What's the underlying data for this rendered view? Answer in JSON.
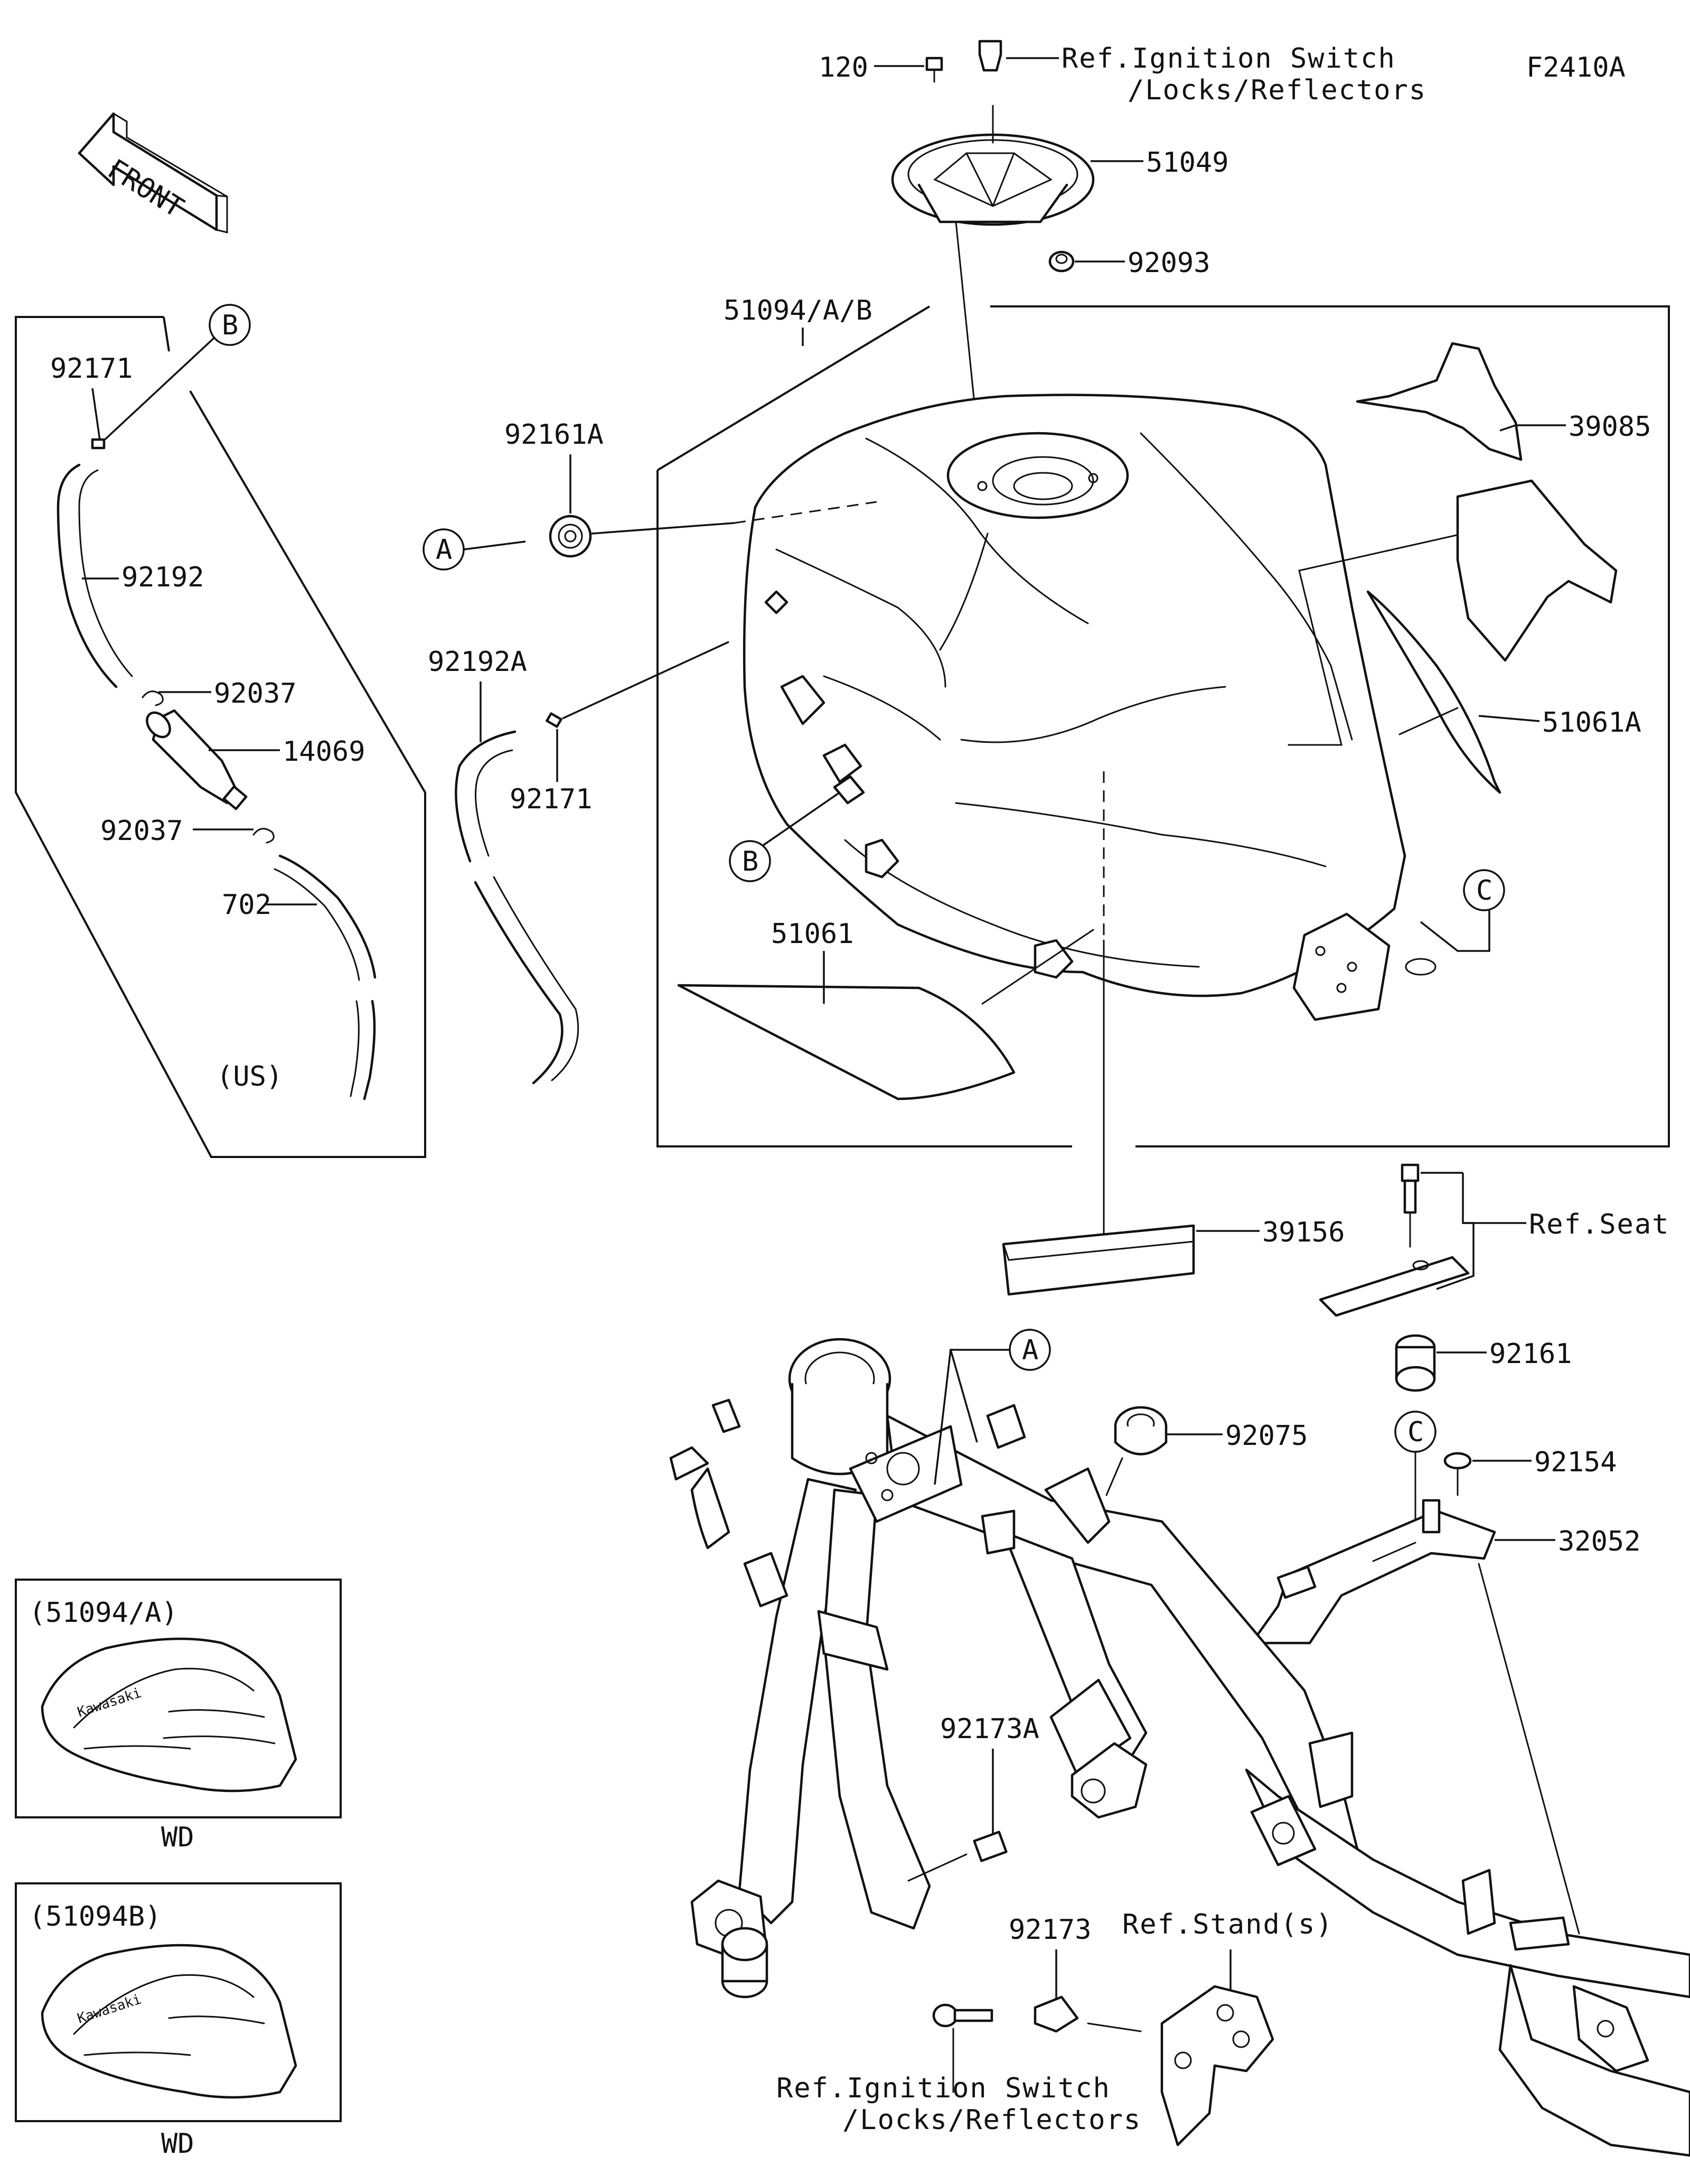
{
  "figure_code": "F2410A",
  "front_label": "FRONT",
  "callouts": {
    "a": "A",
    "b": "B",
    "c": "C"
  },
  "parts": {
    "p120": "120",
    "p51049": "51049",
    "p92093": "92093",
    "p51094ab": "51094/A/B",
    "p39085": "39085",
    "p92161a": "92161A",
    "p51061a": "51061A",
    "p92192a": "92192A",
    "p92171_mid": "92171",
    "p51061": "51061",
    "p39156": "39156",
    "p92161": "92161",
    "p92075": "92075",
    "p92154": "92154",
    "p32052": "32052",
    "p92173a": "92173A",
    "p92173": "92173",
    "us_92171": "92171",
    "us_92192": "92192",
    "us_92037_top": "92037",
    "us_14069": "14069",
    "us_92037_bot": "92037",
    "us_702": "702"
  },
  "refs": {
    "ignition_top_1": "Ref.Ignition Switch",
    "ignition_top_2": "/Locks/Reflectors",
    "seat": "Ref.Seat",
    "stand": "Ref.Stand(s)",
    "ignition_bottom_1": "Ref.Ignition Switch",
    "ignition_bottom_2": "/Locks/Reflectors"
  },
  "us_box_label": "(US)",
  "variants": [
    {
      "title": "(51094/A)",
      "caption": "WD",
      "brand": "Kawasaki"
    },
    {
      "title": "(51094B)",
      "caption": "WD",
      "brand": "Kawasaki"
    }
  ]
}
